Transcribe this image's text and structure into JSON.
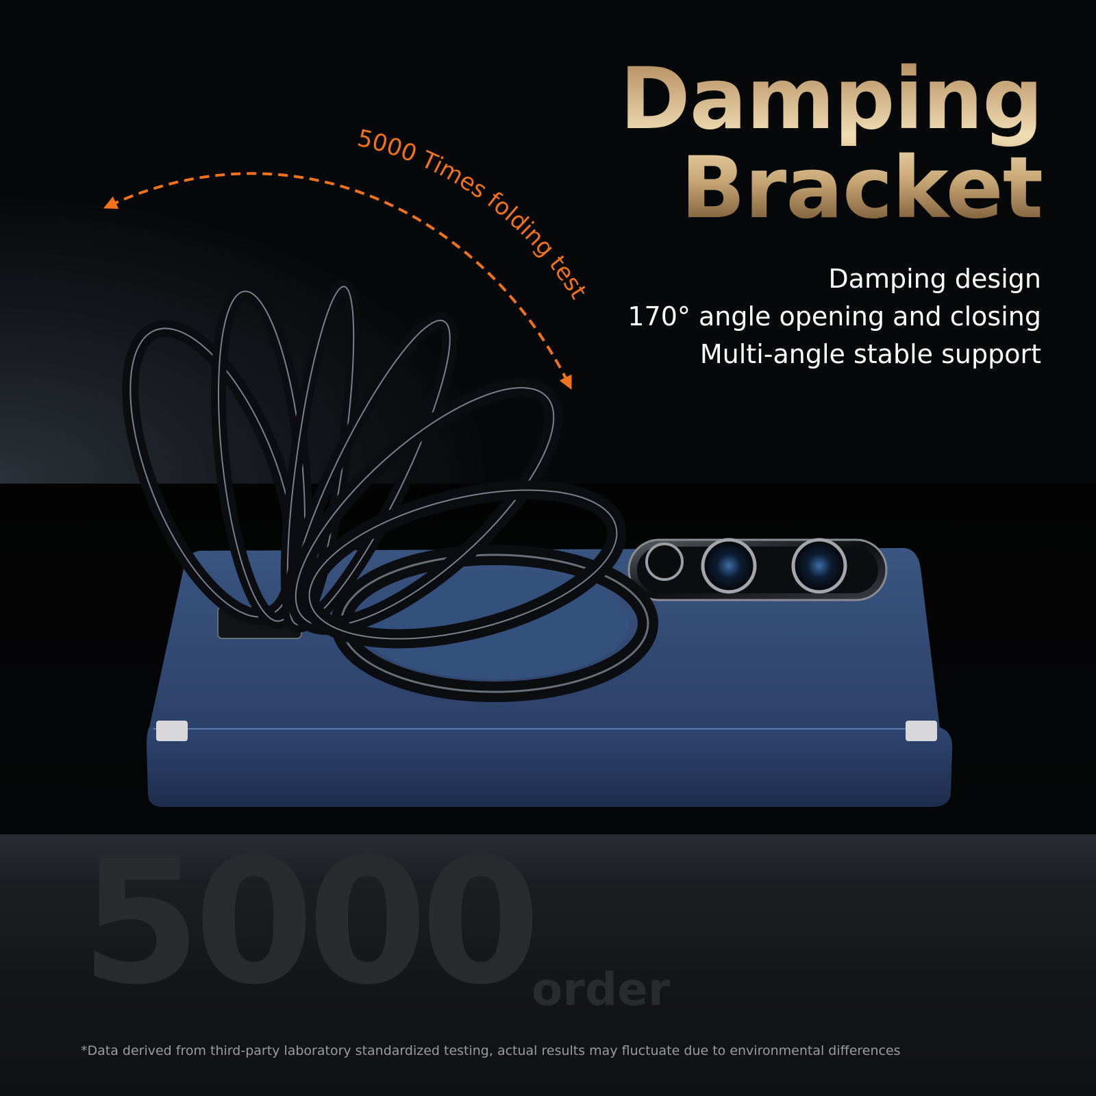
{
  "headline": {
    "line1": "Damping",
    "line2": "Bracket"
  },
  "features": [
    "Damping design",
    "170° angle opening and closing",
    "Multi-angle stable support"
  ],
  "arc_label": "5000 Times folding test",
  "stat": {
    "number": "5000",
    "unit": "order"
  },
  "footnote": "*Data derived from third-party laboratory standardized testing, actual results may fluctuate due to environmental differences",
  "colors": {
    "accent_orange": "#f0731c",
    "case_blue": "#2f466f",
    "gold_light": "#f0dcb3",
    "gold_dark": "#6d4e2b"
  },
  "icons": [
    "folding-arrow-icon"
  ]
}
